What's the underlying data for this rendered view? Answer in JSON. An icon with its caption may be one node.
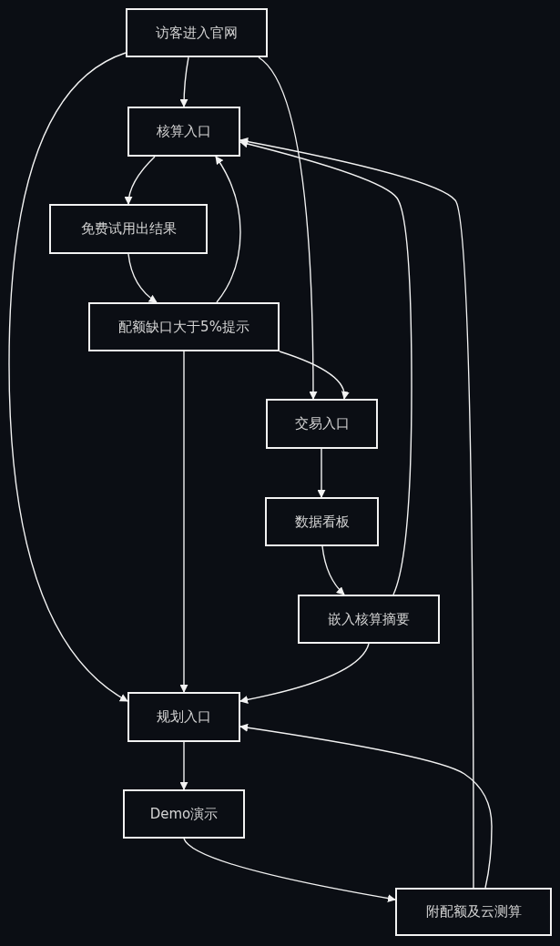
{
  "diagram": {
    "nodes": [
      {
        "text": [
          "访客进入官网"
        ]
      },
      {
        "text": [
          "核算入口"
        ]
      },
      {
        "text": [
          "免费试用出结果"
        ]
      },
      {
        "text": [
          "配额缺口大于5%提示"
        ]
      },
      {
        "text": [
          "交易入口"
        ]
      },
      {
        "text": [
          "数据看板"
        ]
      },
      {
        "text": [
          "嵌入核算摘要"
        ]
      },
      {
        "text": [
          "规划入口"
        ]
      },
      {
        "text": [
          "Demo演示"
        ]
      },
      {
        "text": [
          "附配额及云测算"
        ]
      }
    ],
    "edges": [
      {
        "from": 0,
        "to": 1,
        "arrow": "to"
      },
      {
        "from": 0,
        "to": 7,
        "arrow": "to"
      },
      {
        "from": 0,
        "to": 4,
        "arrow": "to"
      },
      {
        "from": 1,
        "to": 2,
        "arrow": "to"
      },
      {
        "from": 2,
        "to": 3,
        "arrow": "to"
      },
      {
        "from": 3,
        "to": 1,
        "arrow": "to"
      },
      {
        "from": 3,
        "to": 7,
        "arrow": "to"
      },
      {
        "from": 3,
        "to": 4,
        "arrow": "to"
      },
      {
        "from": 4,
        "to": 5,
        "arrow": "to"
      },
      {
        "from": 5,
        "to": 6,
        "arrow": "to"
      },
      {
        "from": 6,
        "to": 1,
        "arrow": "to"
      },
      {
        "from": 6,
        "to": 7,
        "arrow": "to"
      },
      {
        "from": 7,
        "to": 8,
        "arrow": "to"
      },
      {
        "from": 8,
        "to": 9,
        "arrow": "to"
      },
      {
        "from": 9,
        "to": 1,
        "arrow": "to"
      },
      {
        "from": 9,
        "to": 7,
        "arrow": "to"
      }
    ]
  }
}
